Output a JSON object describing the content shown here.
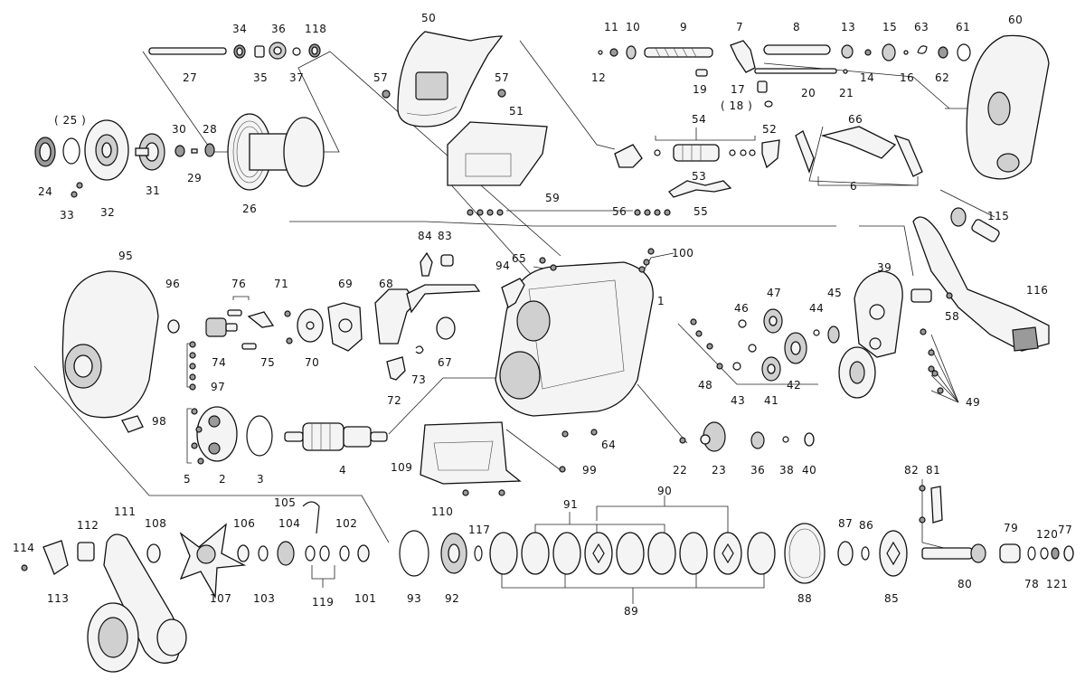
{
  "labels": {
    "p1": "1",
    "p2": "2",
    "p3": "3",
    "p4": "4",
    "p5": "5",
    "p6": "6",
    "p7": "7",
    "p8": "8",
    "p9": "9",
    "p10": "10",
    "p11": "11",
    "p12": "12",
    "p13": "13",
    "p14": "14",
    "p15": "15",
    "p16": "16",
    "p17": "17",
    "p18": "( 18 )",
    "p19": "19",
    "p20": "20",
    "p21": "21",
    "p22": "22",
    "p23": "23",
    "p24": "24",
    "p25": "( 25 )",
    "p26": "26",
    "p27": "27",
    "p28": "28",
    "p29": "29",
    "p30": "30",
    "p31": "31",
    "p32": "32",
    "p33": "33",
    "p34": "34",
    "p35": "35",
    "p36": "36",
    "p36b": "36",
    "p37": "37",
    "p38": "38",
    "p39": "39",
    "p40": "40",
    "p41": "41",
    "p42": "42",
    "p43": "43",
    "p44": "44",
    "p45": "45",
    "p46": "46",
    "p47": "47",
    "p48": "48",
    "p49": "49",
    "p50": "50",
    "p51": "51",
    "p52": "52",
    "p53": "53",
    "p54": "54",
    "p55": "55",
    "p56": "56",
    "p57a": "57",
    "p57b": "57",
    "p58": "58",
    "p59": "59",
    "p60": "60",
    "p61": "61",
    "p62": "62",
    "p63": "63",
    "p64": "64",
    "p65": "65",
    "p66": "66",
    "p67": "67",
    "p68": "68",
    "p69": "69",
    "p70": "70",
    "p71": "71",
    "p72": "72",
    "p73": "73",
    "p74": "74",
    "p75": "75",
    "p76": "76",
    "p77": "77",
    "p78": "78",
    "p79": "79",
    "p80": "80",
    "p81": "81",
    "p82": "82",
    "p83": "83",
    "p84": "84",
    "p85": "85",
    "p86": "86",
    "p87": "87",
    "p88": "88",
    "p89": "89",
    "p90": "90",
    "p91": "91",
    "p92": "92",
    "p93": "93",
    "p94": "94",
    "p95": "95",
    "p96": "96",
    "p97": "97",
    "p98": "98",
    "p99": "99",
    "p100": "100",
    "p101": "101",
    "p102": "102",
    "p103": "103",
    "p104": "104",
    "p105": "105",
    "p106": "106",
    "p107": "107",
    "p108": "108",
    "p109": "109",
    "p110": "110",
    "p111": "111",
    "p112": "112",
    "p113": "113",
    "p114": "114",
    "p115": "115",
    "p116": "116",
    "p117": "117",
    "p118": "118",
    "p119": "119",
    "p120": "120",
    "p121": "121"
  }
}
